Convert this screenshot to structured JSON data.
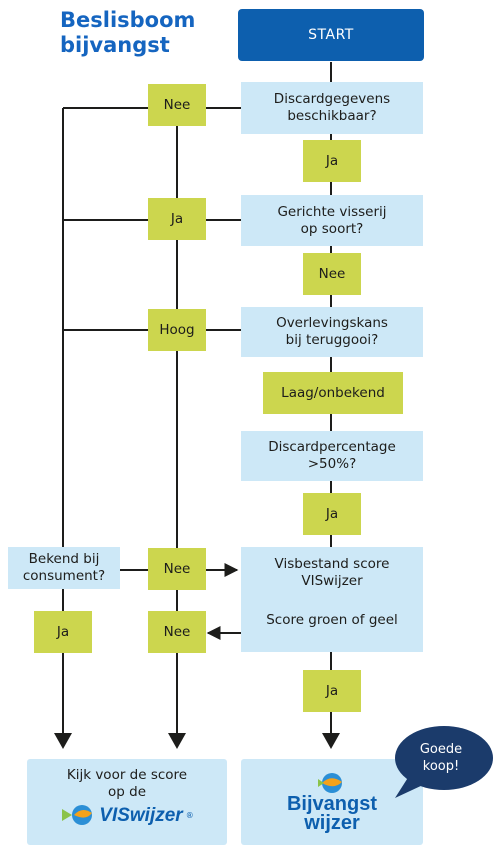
{
  "title": {
    "line1": "Beslisboom",
    "line2": "bijvangst"
  },
  "start": "START",
  "questions": {
    "q1_line1": "Discardgegevens",
    "q1_line2": "beschikbaar?",
    "q2_line1": "Gerichte visserij",
    "q2_line2": "op soort?",
    "q3_line1": "Overlevingskans",
    "q3_line2": "bij teruggooi?",
    "q4_line1": "Discardpercentage",
    "q4_line2": ">50%?",
    "q5_line1": "Visbestand score",
    "q5_line2": "VISwijzer",
    "q6": "Score groen of geel",
    "q7_line1": "Bekend bij",
    "q7_line2": "consument?"
  },
  "answers": {
    "nee_1": "Nee",
    "ja_1": "Ja",
    "ja_2": "Ja",
    "nee_2": "Nee",
    "hoog": "Hoog",
    "laag": "Laag/onbekend",
    "ja_3": "Ja",
    "nee_3": "Nee",
    "ja_4": "Ja",
    "nee_4": "Nee",
    "ja_5": "Ja"
  },
  "outcomes": {
    "left_line1": "Kijk voor de score",
    "left_line2": "op de",
    "viswijzer_logo": "VISwijzer",
    "viswijzer_reg": "®",
    "bijvangst_logo_line1": "Bijvangst",
    "bijvangst_logo_line2": "wijzer"
  },
  "bubble": {
    "line1": "Goede",
    "line2": "koop!"
  },
  "colors": {
    "brand_blue": "#0d5fae",
    "question_fill": "#cde8f7",
    "answer_fill": "#ccd64e",
    "bubble_fill": "#1b3b6b",
    "line": "#1d1d1b"
  },
  "icons": {
    "viswijzer_logo": "fish-globe-icon",
    "bijvangst_logo": "fish-globe-icon"
  }
}
